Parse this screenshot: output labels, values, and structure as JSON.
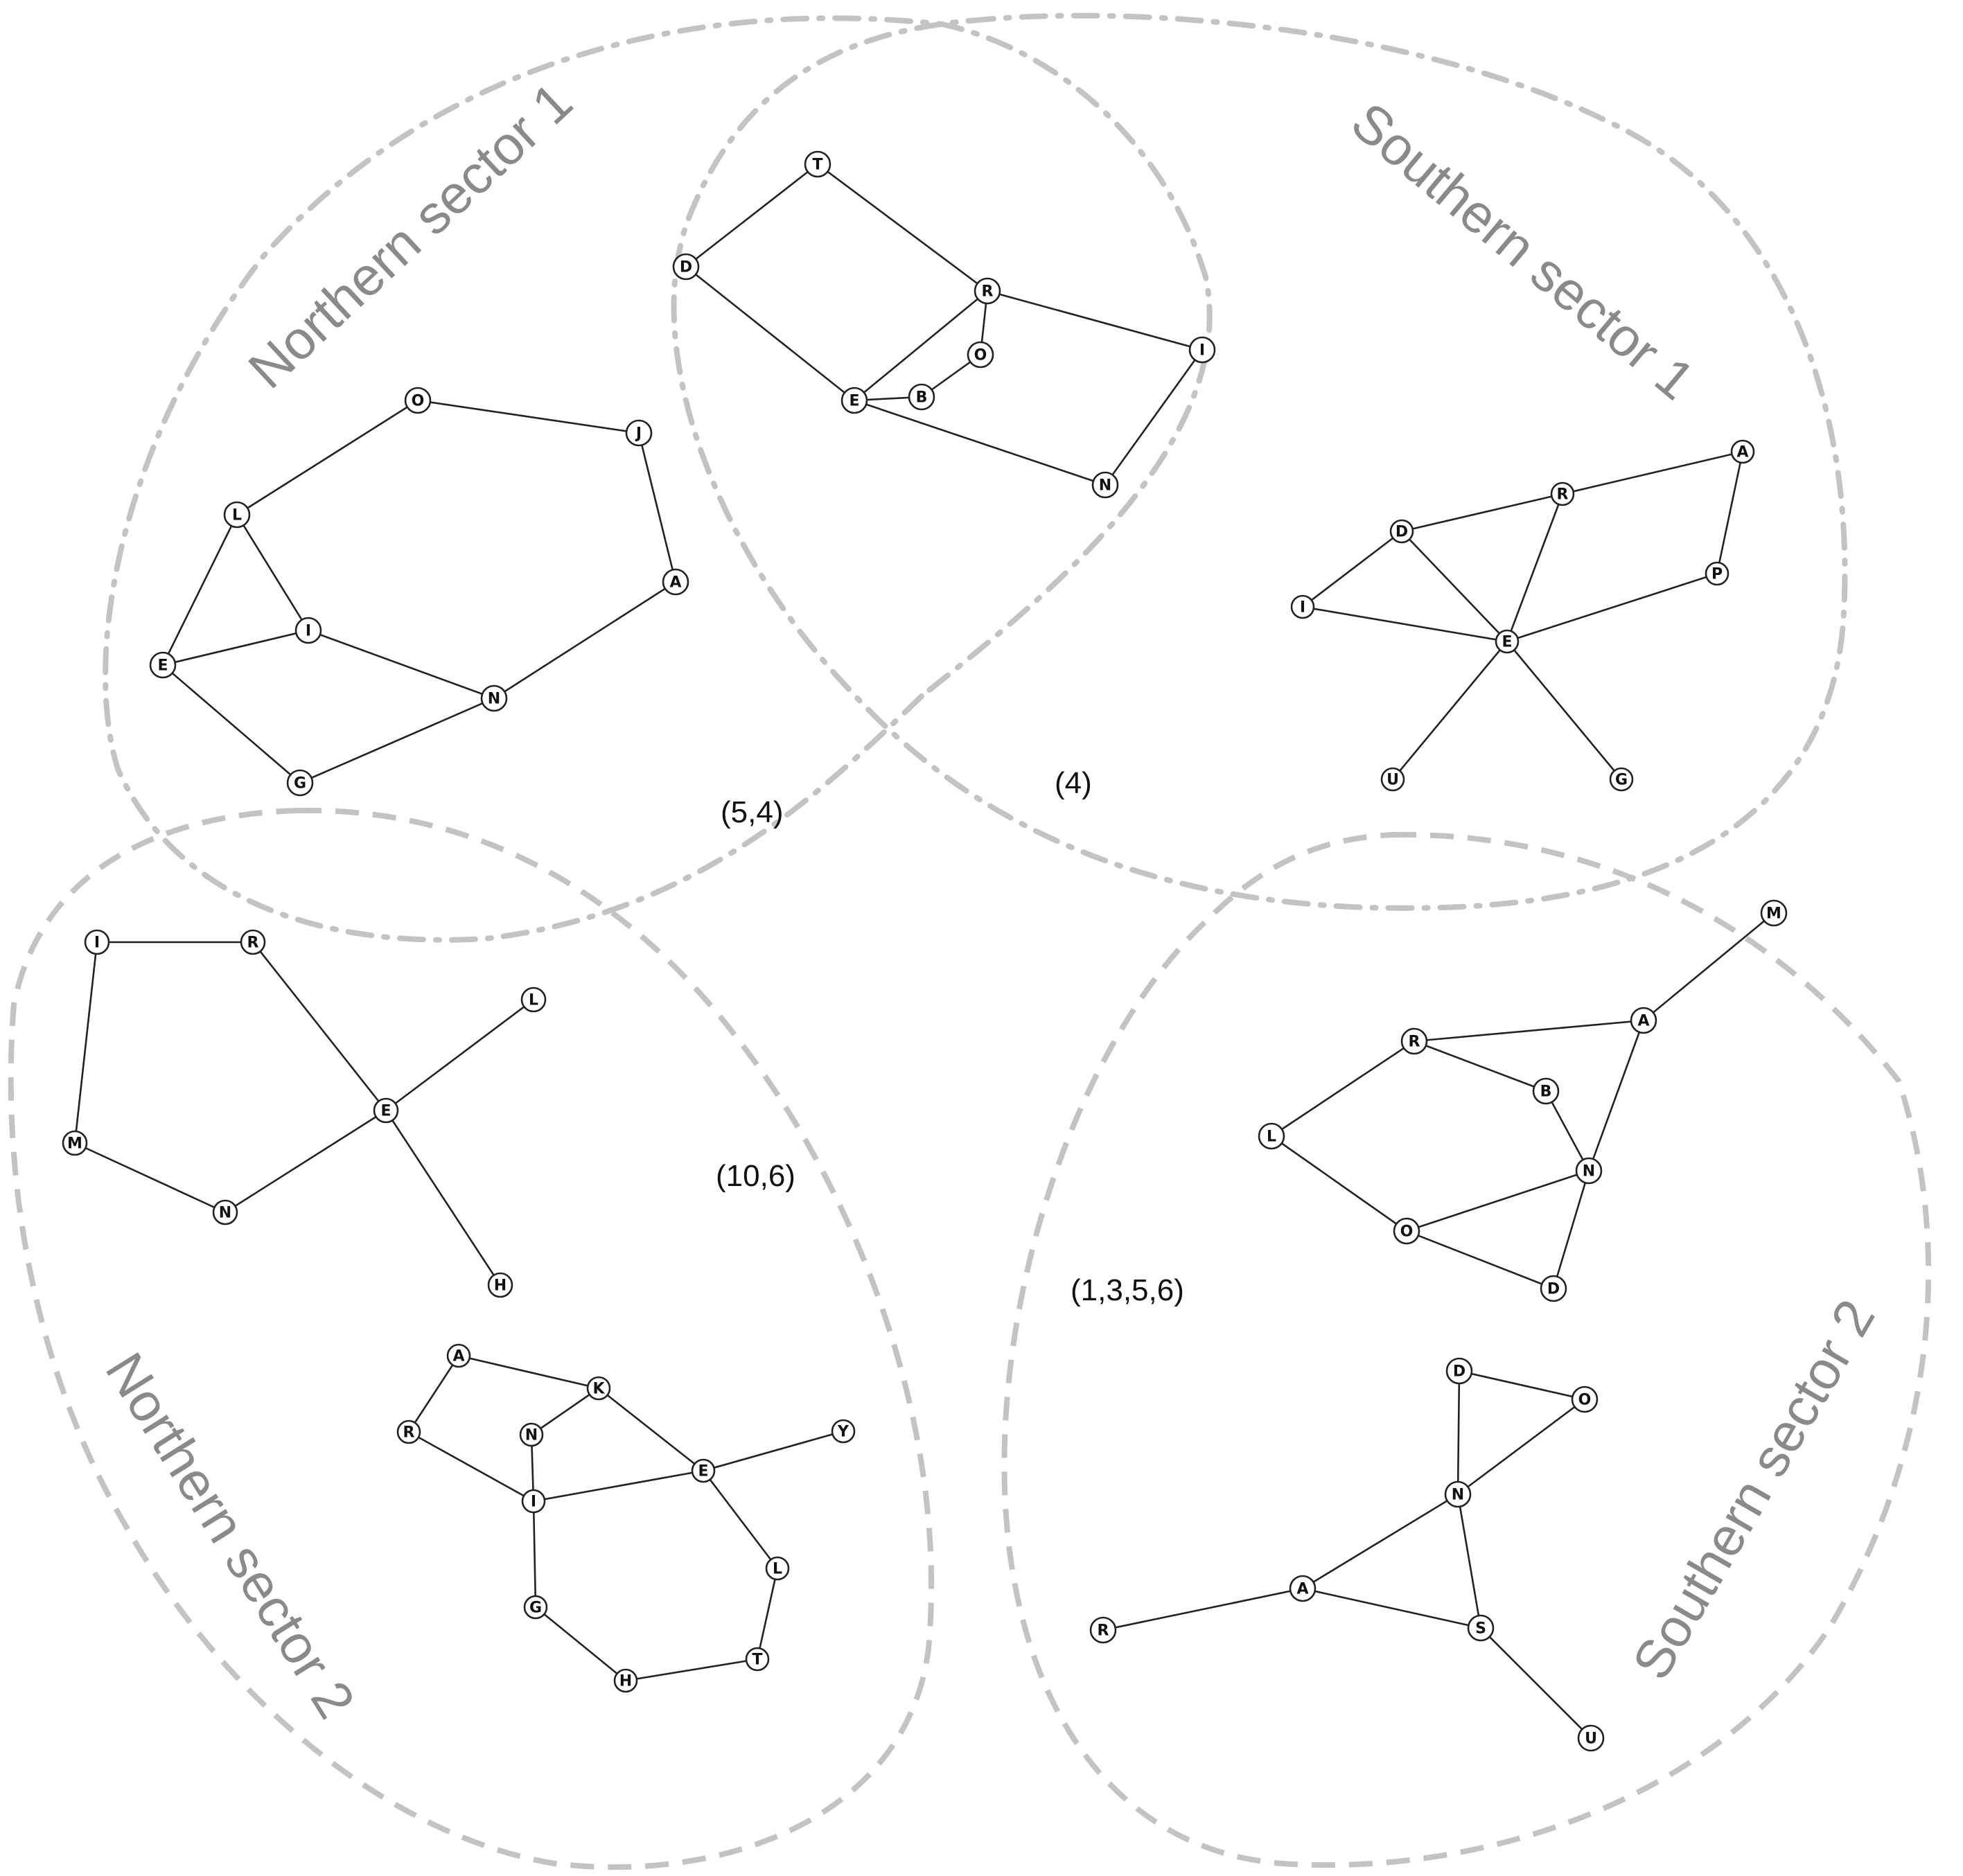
{
  "sectors": {
    "north1": "Northern sector 1",
    "south1": "Southern sector 1",
    "north2": "Northern sector 2",
    "south2": "Southern sector 2"
  },
  "overlap_labels": {
    "n1_n2": "(5,4)",
    "n1_s1": "(4)",
    "n2_center": "(10,6)",
    "s2_center": "(1,3,5,6)"
  },
  "colors": {
    "region_stroke": "#c3c3c3",
    "sector_label": "#8a8a8a",
    "edge": "#222222"
  },
  "graphs": [
    {
      "id": "north1",
      "nodes": [
        "O",
        "J",
        "L",
        "A",
        "I",
        "E",
        "N",
        "G"
      ],
      "edges": [
        [
          "O",
          "J"
        ],
        [
          "O",
          "L"
        ],
        [
          "J",
          "A"
        ],
        [
          "A",
          "N"
        ],
        [
          "L",
          "I"
        ],
        [
          "L",
          "E"
        ],
        [
          "E",
          "I"
        ],
        [
          "I",
          "N"
        ],
        [
          "E",
          "G"
        ],
        [
          "G",
          "N"
        ]
      ]
    },
    {
      "id": "top_center",
      "nodes": [
        "T",
        "D",
        "R",
        "O",
        "I",
        "E",
        "B",
        "N"
      ],
      "edges": [
        [
          "T",
          "D"
        ],
        [
          "T",
          "R"
        ],
        [
          "D",
          "E"
        ],
        [
          "R",
          "E"
        ],
        [
          "R",
          "O"
        ],
        [
          "O",
          "B"
        ],
        [
          "E",
          "B"
        ],
        [
          "R",
          "I"
        ],
        [
          "E",
          "N"
        ],
        [
          "I",
          "N"
        ]
      ]
    },
    {
      "id": "south1",
      "nodes": [
        "A",
        "R",
        "D",
        "P",
        "I",
        "E",
        "U",
        "G"
      ],
      "edges": [
        [
          "D",
          "R"
        ],
        [
          "R",
          "A"
        ],
        [
          "A",
          "P"
        ],
        [
          "P",
          "E"
        ],
        [
          "D",
          "I"
        ],
        [
          "D",
          "E"
        ],
        [
          "I",
          "E"
        ],
        [
          "R",
          "E"
        ],
        [
          "E",
          "U"
        ],
        [
          "E",
          "G"
        ]
      ]
    },
    {
      "id": "north2_top",
      "nodes": [
        "I",
        "R",
        "L",
        "E",
        "M",
        "N",
        "H"
      ],
      "edges": [
        [
          "I",
          "R"
        ],
        [
          "I",
          "M"
        ],
        [
          "M",
          "N"
        ],
        [
          "N",
          "E"
        ],
        [
          "R",
          "E"
        ],
        [
          "L",
          "E"
        ],
        [
          "E",
          "H"
        ]
      ]
    },
    {
      "id": "north2_bottom",
      "nodes": [
        "A",
        "K",
        "R",
        "N",
        "Y",
        "E",
        "I",
        "L",
        "G",
        "T",
        "H"
      ],
      "edges": [
        [
          "A",
          "K"
        ],
        [
          "A",
          "R"
        ],
        [
          "R",
          "I"
        ],
        [
          "N",
          "K"
        ],
        [
          "N",
          "I"
        ],
        [
          "K",
          "E"
        ],
        [
          "I",
          "E"
        ],
        [
          "E",
          "Y"
        ],
        [
          "E",
          "L"
        ],
        [
          "L",
          "T"
        ],
        [
          "T",
          "H"
        ],
        [
          "H",
          "G"
        ],
        [
          "G",
          "I"
        ]
      ]
    },
    {
      "id": "south2_top",
      "nodes": [
        "M",
        "A",
        "R",
        "B",
        "L",
        "N",
        "O",
        "D"
      ],
      "edges": [
        [
          "M",
          "A"
        ],
        [
          "R",
          "A"
        ],
        [
          "R",
          "B"
        ],
        [
          "R",
          "L"
        ],
        [
          "B",
          "N"
        ],
        [
          "A",
          "N"
        ],
        [
          "L",
          "O"
        ],
        [
          "O",
          "N"
        ],
        [
          "O",
          "D"
        ],
        [
          "N",
          "D"
        ]
      ]
    },
    {
      "id": "south2_bottom",
      "nodes": [
        "D",
        "O",
        "N",
        "A",
        "R",
        "S",
        "U"
      ],
      "edges": [
        [
          "D",
          "O"
        ],
        [
          "D",
          "N"
        ],
        [
          "O",
          "N"
        ],
        [
          "N",
          "A"
        ],
        [
          "N",
          "S"
        ],
        [
          "A",
          "S"
        ],
        [
          "R",
          "A"
        ],
        [
          "S",
          "U"
        ]
      ]
    }
  ]
}
